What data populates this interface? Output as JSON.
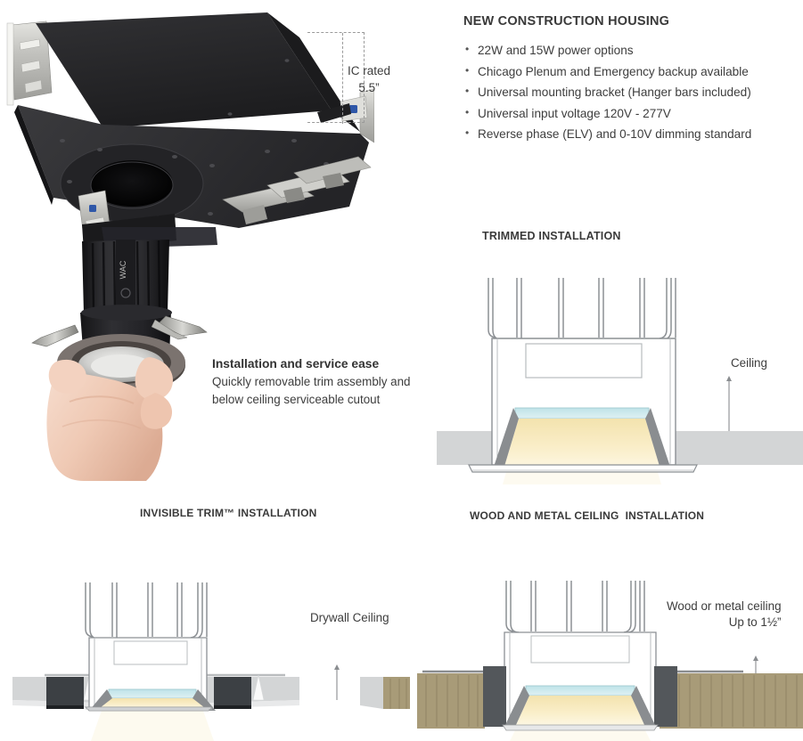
{
  "housing_section": {
    "title": "NEW CONSTRUCTION HOUSING",
    "features": [
      "22W and 15W power options",
      "Chicago Plenum and Emergency backup available",
      "Universal mounting bracket (Hanger bars included)",
      "Universal input voltage 120V - 277V",
      "Reverse phase (ELV) and 0-10V dimming standard"
    ],
    "ic_callout": {
      "line1": "IC rated",
      "line2": "5.5”"
    }
  },
  "service_caption": {
    "heading": "Installation and service ease",
    "line1": "Quickly removable trim assembly and",
    "line2": "below ceiling serviceable cutout"
  },
  "diagrams": [
    {
      "key": "trimmed",
      "title": "TRIMMED INSTALLATION",
      "labels": [
        "Ceiling"
      ]
    },
    {
      "key": "invisible",
      "title": "INVISIBLE TRIM™ INSTALLATION",
      "labels": [
        "Drywall Ceiling"
      ]
    },
    {
      "key": "wood_metal",
      "title": "WOOD AND METAL CEILING  INSTALLATION",
      "labels": [
        "Wood or metal ceiling",
        "Up to 1½”"
      ]
    }
  ],
  "labels": {
    "ceiling": "Ceiling",
    "drywall_ceiling": "Drywall Ceiling",
    "wood_metal_line1": "Wood or metal ceiling",
    "wood_metal_line2": "Up to 1½”"
  },
  "colors": {
    "text_dark": "#3a3a3a",
    "text_body": "#3d3d3d",
    "outline_gray": "#8c9094",
    "ceiling_slab": "#d3d5d6",
    "lens_cyan": "#cfe9ec",
    "light_warm": "#f7e9bd",
    "cone_gray": "#8a8d90",
    "insulation_dark": "#3c4044",
    "wood_tan": "#a89b78",
    "housing_black": "#2a2a2c",
    "bracket_steel": "#c9c9c5",
    "bracket_blue": "#2f57a8",
    "skin": "#f2cdbb"
  },
  "product_photo": {
    "brand_mark": "WAC",
    "alt_housing": "recessed new-construction LED housing with hanger bar brackets",
    "alt_hand": "hand holding removable LED trim assembly with spring clips"
  }
}
